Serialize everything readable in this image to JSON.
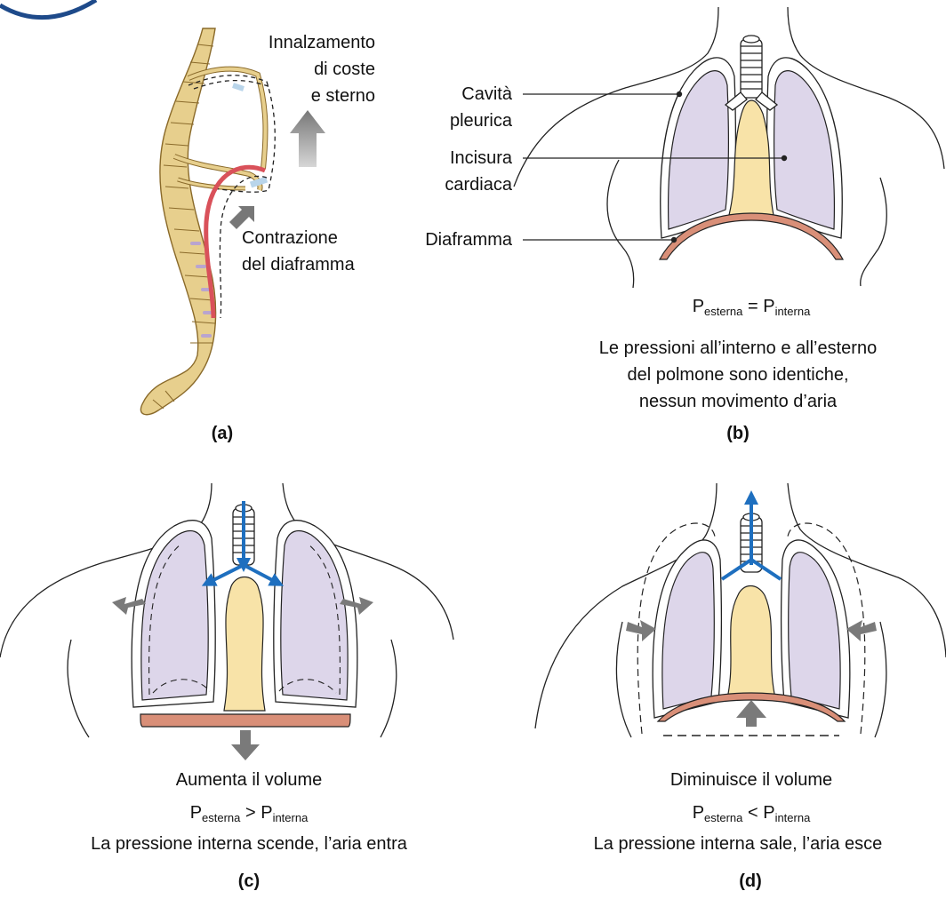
{
  "panel_a": {
    "label": "(a)",
    "rib_label_line1": "Innalzamento",
    "rib_label_line2": "di coste",
    "rib_label_line3": "e sterno",
    "diaphragm_label_line1": "Contrazione",
    "diaphragm_label_line2": "del diaframma"
  },
  "panel_b": {
    "label": "(b)",
    "callout_pleural_line1": "Cavità",
    "callout_pleural_line2": "pleurica",
    "callout_cardiac_line1": "Incisura",
    "callout_cardiac_line2": "cardiaca",
    "callout_diaphragm": "Diaframma",
    "eq": {
      "left": "P",
      "left_sub": "esterna",
      "op": "=",
      "right": "P",
      "right_sub": "interna"
    },
    "caption_line1": "Le pressioni all’interno e all’esterno",
    "caption_line2": "del polmone sono identiche,",
    "caption_line3": "nessun movimento d’aria"
  },
  "panel_c": {
    "label": "(c)",
    "volume_text": "Aumenta il volume",
    "eq": {
      "left": "P",
      "left_sub": "esterna",
      "op": ">",
      "right": "P",
      "right_sub": "interna"
    },
    "caption": "La pressione interna scende, l’aria entra"
  },
  "panel_d": {
    "label": "(d)",
    "volume_text": "Diminuisce il volume",
    "eq": {
      "left": "P",
      "left_sub": "esterna",
      "op": "<",
      "right": "P",
      "right_sub": "interna"
    },
    "caption": "La pressione interna sale, l’aria esce"
  },
  "colors": {
    "lung": "#ddd6ea",
    "mediastinum": "#f8e3a8",
    "diaphragm": "#d98f78",
    "bone": "#e7cf8d",
    "cartilage": "#b9d5ea",
    "muscle_red": "#d9515a",
    "airflow_arrow": "#1e6fbf",
    "move_arrow": "#7a7a7a"
  }
}
